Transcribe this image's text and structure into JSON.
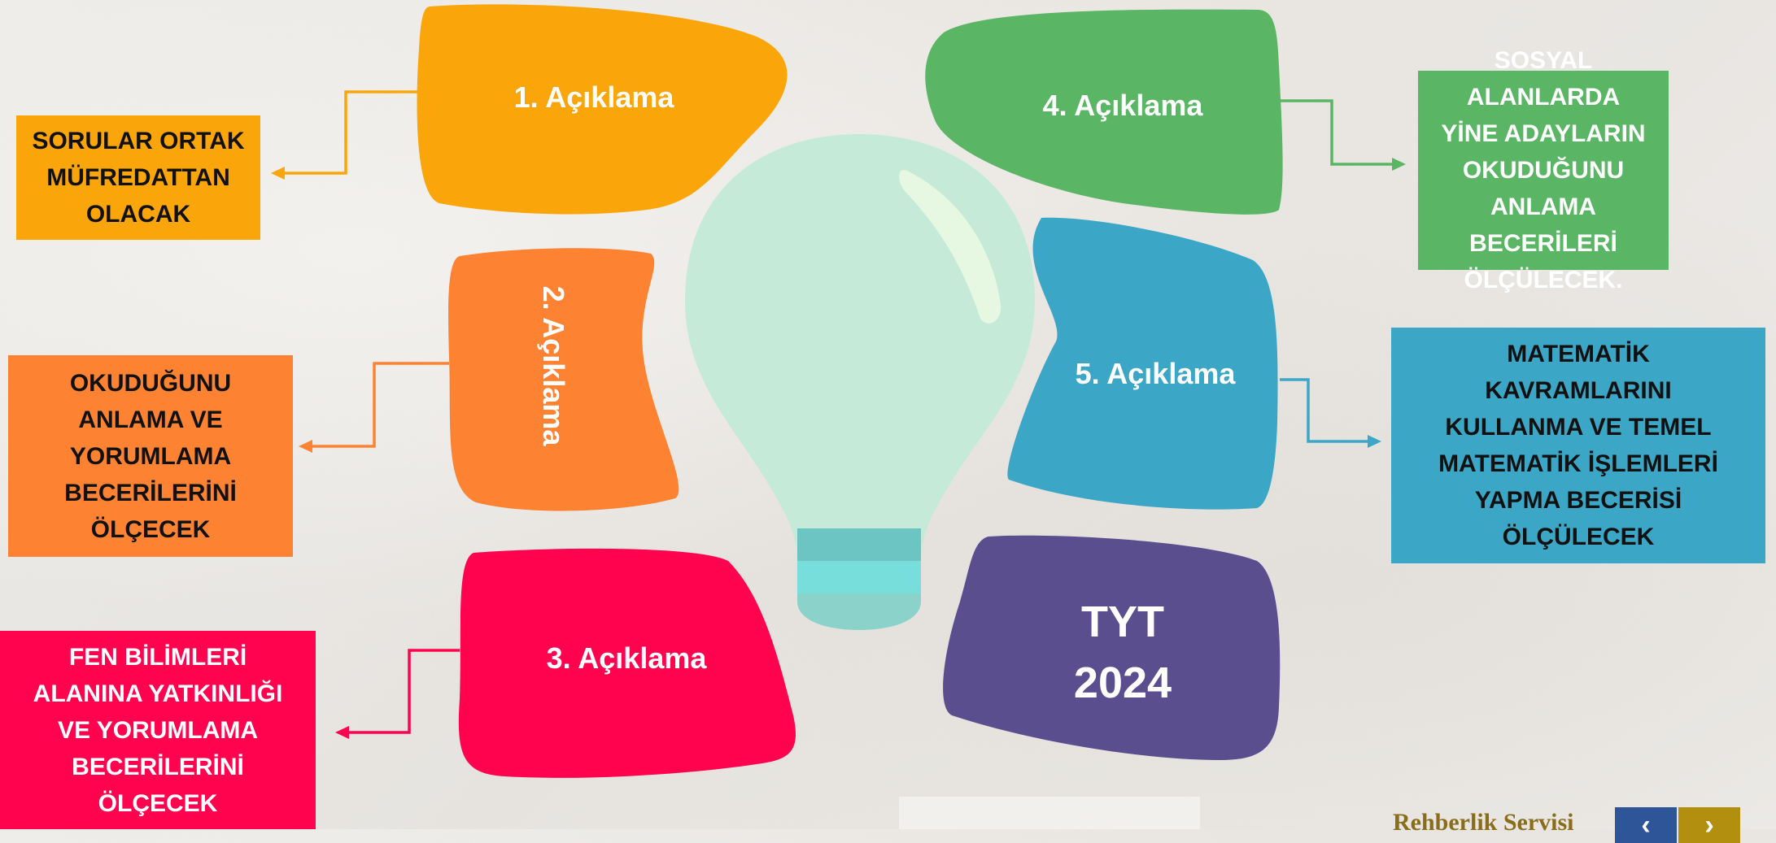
{
  "blobs": {
    "b1": "1. Açıklama",
    "b2": "2. Açıklama",
    "b3": "3. Açıklama",
    "b4": "4. Açıklama",
    "b5": "5. Açıklama",
    "center": {
      "line1": "TYT",
      "line2": "2024"
    }
  },
  "boxes": {
    "box1": "SORULAR ORTAK\nMÜFREDATTAN\nOLACAK",
    "box2": "OKUDUĞUNU\nANLAMA VE\nYORUMLAMA\nBECERİLERİNİ\nÖLÇECEK",
    "box3": "FEN BİLİMLERİ\nALANINA YATKINLIĞI\nVE YORUMLAMA\nBECERİLERİNİ\nÖLÇECEK",
    "box4": "SOSYAL ALANLARDA\nYİNE ADAYLARIN\nOKUDUĞUNU\nANLAMA BECERİLERİ\nÖLÇÜLECEK.",
    "box5": "MATEMATİK\nKAVRAMLARINI\nKULLANMA VE TEMEL\nMATEMATİK İŞLEMLERİ\nYAPMA BECERİSİ\nÖLÇÜLECEK"
  },
  "footer": {
    "label": "Rehberlik Servisi",
    "prev_icon": "‹",
    "next_icon": "›"
  },
  "colors": {
    "orange1": "#FAA50A",
    "orange2": "#FD8232",
    "red": "#FF034F",
    "green": "#5AB564",
    "blue": "#3BA6C5",
    "purple": "#5A4E8E",
    "bulb": "#C6EAD8",
    "nav_prev": "#2E5597",
    "nav_next": "#B38F0F"
  }
}
